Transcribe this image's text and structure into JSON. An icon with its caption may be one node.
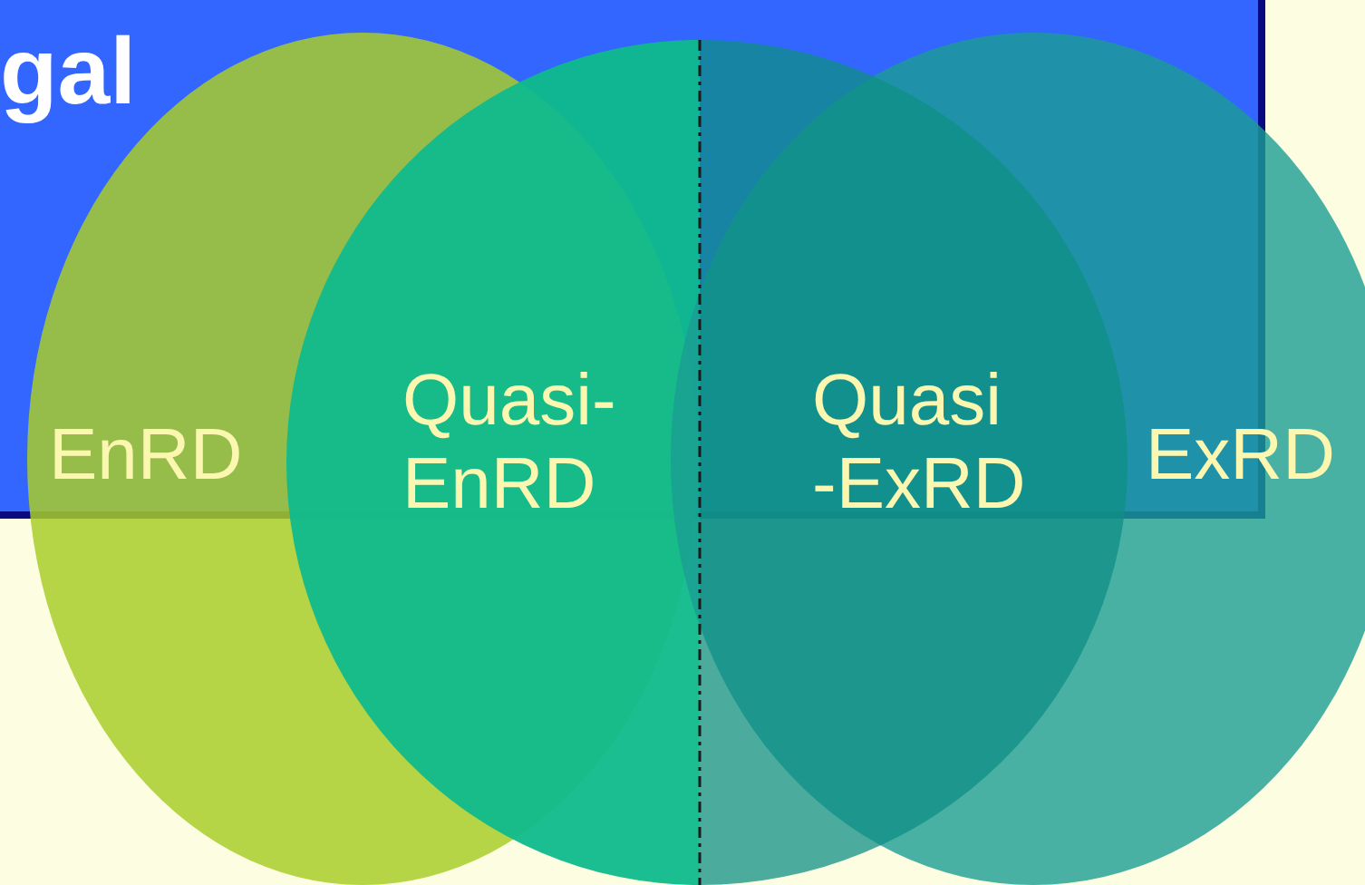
{
  "diagram": {
    "nodes": [
      {
        "text": [
          "EnRD"
        ]
      },
      {
        "text": [
          "ExRD"
        ]
      },
      {
        "text": [
          "Quasi- EnRD"
        ],
        "in": 0
      },
      {
        "text": [
          "Quasi -ExRD"
        ],
        "in": 1
      }
    ],
    "labels": [
      "gal"
    ]
  }
}
